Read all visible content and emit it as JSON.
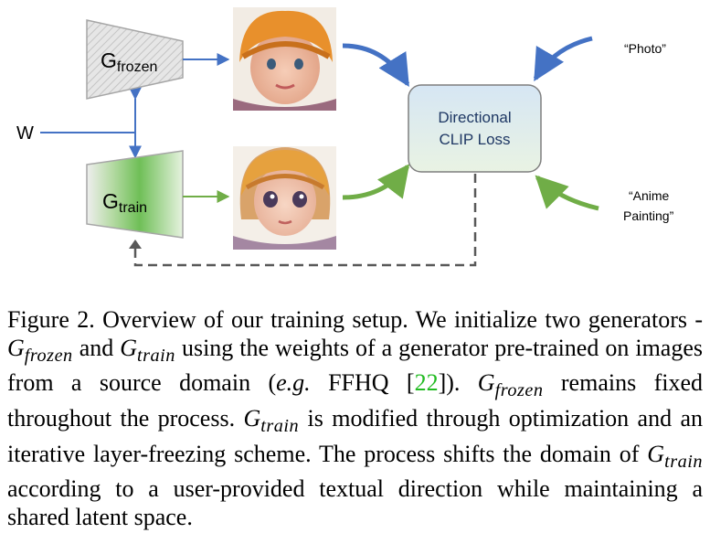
{
  "diagram": {
    "w_label": "W",
    "g_frozen": {
      "base": "G",
      "sub": "frozen"
    },
    "g_train": {
      "base": "G",
      "sub": "train"
    },
    "loss_box": {
      "line1": "Directional",
      "line2": "CLIP Loss"
    },
    "prompt_source": "“Photo”",
    "prompt_target_line1": "“Anime",
    "prompt_target_line2": "Painting”",
    "colors": {
      "frozen_arrow": "#4472c4",
      "train_arrow": "#70ad47",
      "loss_fill": "#d9e7f3",
      "dashed": "#595959"
    }
  },
  "caption": {
    "label": "Figure 2.",
    "part1": "Overview of our training setup. We initialize two generators -",
    "g1_base": "G",
    "g1_sub": "frozen",
    "and": "and",
    "g2_base": "G",
    "g2_sub": "train",
    "part2": "using the weights of a generator pre-trained on images from a source domain (",
    "eg": "e.g.",
    "ffhq": "FFHQ [",
    "ref": "22",
    "close": "]).",
    "g3_base": "G",
    "g3_sub": "frozen",
    "part3": "remains fixed throughout the process.",
    "g4_base": "G",
    "g4_sub": "train",
    "part4": "is modified through optimization and an iterative layer-freezing scheme. The process shifts the domain of",
    "g5_base": "G",
    "g5_sub": "train",
    "part5": "according to a user-provided textual direction while maintaining a shared latent space."
  }
}
